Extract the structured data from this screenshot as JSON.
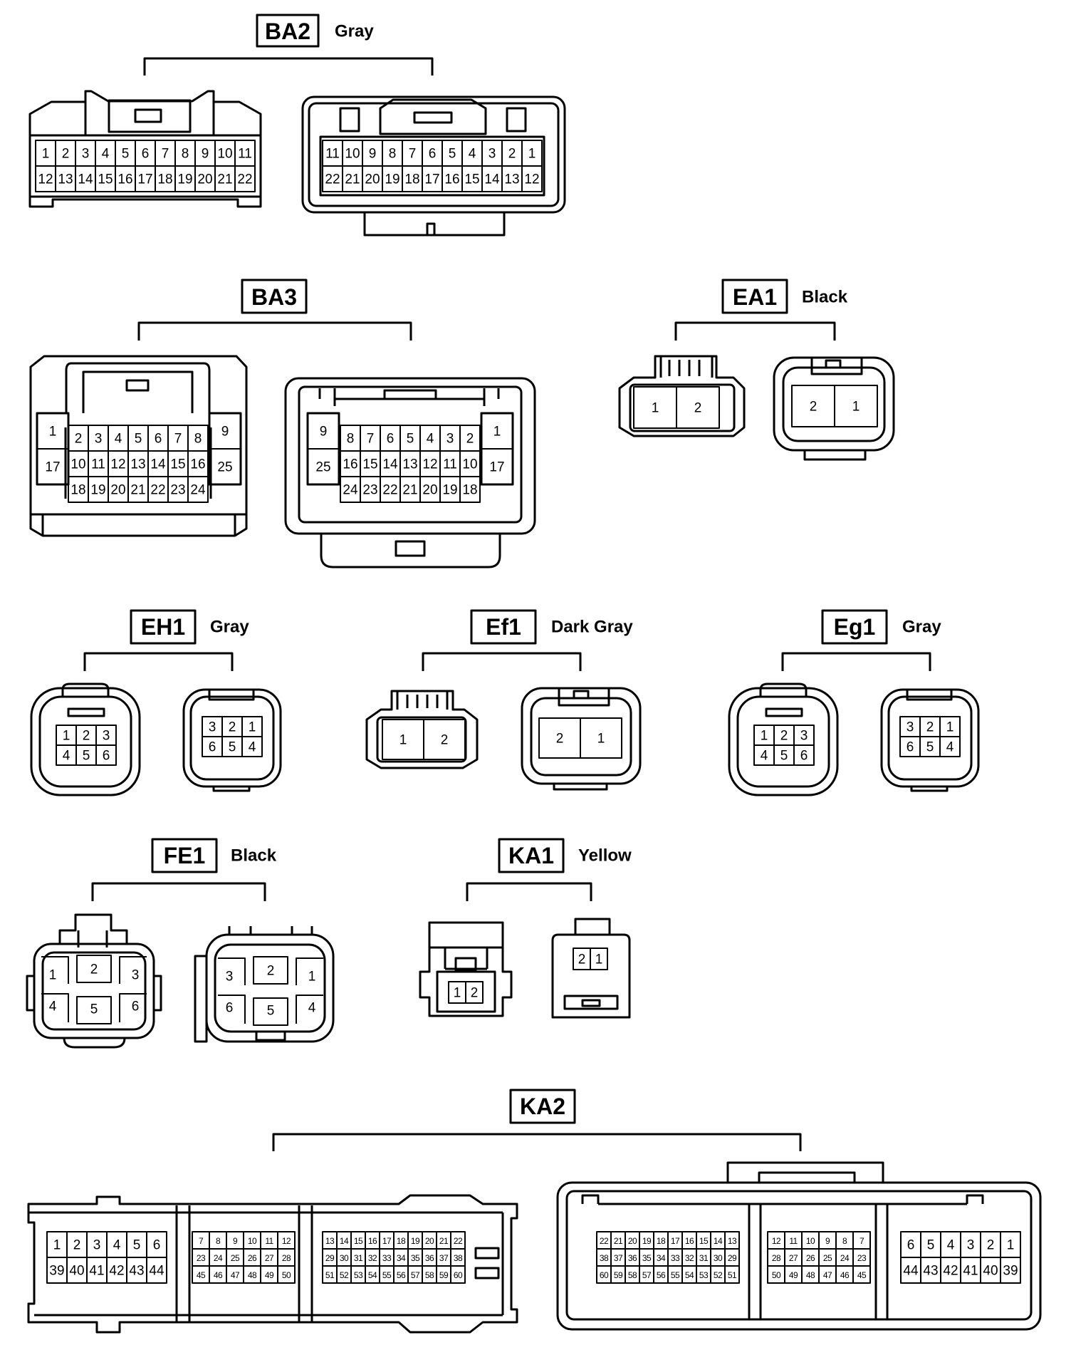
{
  "connectors": [
    {
      "key": "BA2",
      "id": "BA2",
      "color": "Gray"
    },
    {
      "key": "BA3",
      "id": "BA3",
      "color": ""
    },
    {
      "key": "EA1",
      "id": "EA1",
      "color": "Black"
    },
    {
      "key": "EH1",
      "id": "EH1",
      "color": "Gray"
    },
    {
      "key": "Ef1",
      "id": "Ef1",
      "color": "Dark Gray"
    },
    {
      "key": "Eg1",
      "id": "Eg1",
      "color": "Gray"
    },
    {
      "key": "FE1",
      "id": "FE1",
      "color": "Black"
    },
    {
      "key": "KA1",
      "id": "KA1",
      "color": "Yellow"
    },
    {
      "key": "KA2",
      "id": "KA2",
      "color": ""
    }
  ],
  "pinsets": {
    "BA2-female": [
      [
        1,
        2,
        3,
        4,
        5,
        6,
        7,
        8,
        9,
        10,
        11
      ],
      [
        12,
        13,
        14,
        15,
        16,
        17,
        18,
        19,
        20,
        21,
        22
      ]
    ],
    "BA2-male": [
      [
        11,
        10,
        9,
        8,
        7,
        6,
        5,
        4,
        3,
        2,
        1
      ],
      [
        22,
        21,
        20,
        19,
        18,
        17,
        16,
        15,
        14,
        13,
        12
      ]
    ],
    "BA3-female-left": [
      1,
      17
    ],
    "BA3-female-center": [
      [
        2,
        3,
        4,
        5,
        6,
        7,
        8
      ],
      [
        10,
        11,
        12,
        13,
        14,
        15,
        16
      ],
      [
        18,
        19,
        20,
        21,
        22,
        23,
        24
      ]
    ],
    "BA3-female-right": [
      9,
      25
    ],
    "BA3-male-left": [
      9,
      25
    ],
    "BA3-male-center": [
      [
        8,
        7,
        6,
        5,
        4,
        3,
        2
      ],
      [
        16,
        15,
        14,
        13,
        12,
        11,
        10
      ],
      [
        24,
        23,
        22,
        21,
        20,
        19,
        18
      ]
    ],
    "BA3-male-right": [
      1,
      17
    ],
    "EA1-female": [
      [
        1,
        2
      ]
    ],
    "EA1-male": [
      [
        2,
        1
      ]
    ],
    "EH1-female": [
      [
        1,
        2,
        3
      ],
      [
        4,
        5,
        6
      ]
    ],
    "EH1-male": [
      [
        3,
        2,
        1
      ],
      [
        6,
        5,
        4
      ]
    ],
    "Ef1-female": [
      [
        1,
        2
      ]
    ],
    "Ef1-male": [
      [
        2,
        1
      ]
    ],
    "Eg1-female": [
      [
        1,
        2,
        3
      ],
      [
        4,
        5,
        6
      ]
    ],
    "Eg1-male": [
      [
        3,
        2,
        1
      ],
      [
        6,
        5,
        4
      ]
    ],
    "FE1-female": [
      1,
      2,
      3,
      4,
      5,
      6
    ],
    "FE1-male": [
      3,
      2,
      1,
      6,
      5,
      4
    ],
    "KA1-female": [
      [
        1,
        2
      ]
    ],
    "KA1-male": [
      [
        2,
        1
      ]
    ],
    "KA2-female-a": [
      [
        1,
        2,
        3,
        4,
        5,
        6
      ],
      [
        39,
        40,
        41,
        42,
        43,
        44
      ]
    ],
    "KA2-female-b": [
      [
        7,
        8,
        9,
        10,
        11,
        12
      ],
      [
        23,
        24,
        25,
        26,
        27,
        28
      ],
      [
        45,
        46,
        47,
        48,
        49,
        50
      ]
    ],
    "KA2-female-c": [
      [
        13,
        14,
        15,
        16,
        17,
        18,
        19,
        20,
        21,
        22
      ],
      [
        29,
        30,
        31,
        32,
        33,
        34,
        35,
        36,
        37,
        38
      ],
      [
        51,
        52,
        53,
        54,
        55,
        56,
        57,
        58,
        59,
        60
      ]
    ],
    "KA2-male-a": [
      [
        22,
        21,
        20,
        19,
        18,
        17,
        16,
        15,
        14,
        13
      ],
      [
        38,
        37,
        36,
        35,
        34,
        33,
        32,
        31,
        30,
        29
      ],
      [
        60,
        59,
        58,
        57,
        56,
        55,
        54,
        53,
        52,
        51
      ]
    ],
    "KA2-male-b": [
      [
        12,
        11,
        10,
        9,
        8,
        7
      ],
      [
        28,
        27,
        26,
        25,
        24,
        23
      ],
      [
        50,
        49,
        48,
        47,
        46,
        45
      ]
    ],
    "KA2-male-c": [
      [
        6,
        5,
        4,
        3,
        2,
        1
      ],
      [
        44,
        43,
        42,
        41,
        40,
        39
      ]
    ]
  }
}
